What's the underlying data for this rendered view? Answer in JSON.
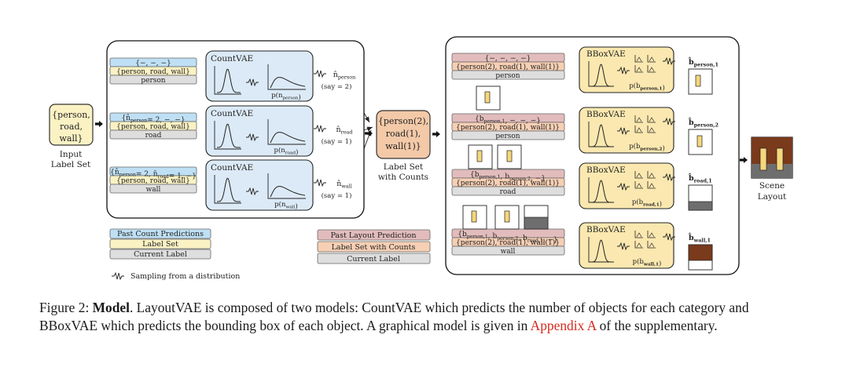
{
  "input": {
    "lines": [
      "{person,",
      "road,",
      "wall}"
    ],
    "caption": [
      "Input",
      "Label Set"
    ]
  },
  "count_vae": {
    "title": "CountVAE",
    "rows": [
      {
        "past": "{−, −, −}",
        "labelset": "{person, road, wall}",
        "current": "person",
        "dist": "p(n",
        "dist_sub": "person",
        "out": "n̂",
        "out_sub": "person",
        "say": "(say = 2)"
      },
      {
        "past": "{n̂",
        "past_rest": "= 2, −, −}",
        "past_sub": "person",
        "labelset": "{person, road, wall}",
        "current": "road",
        "dist": "p(n",
        "dist_sub": "road",
        "out": "n̂",
        "out_sub": "road",
        "say": "(say = 1)"
      },
      {
        "past": "{n̂",
        "past_sub": "person",
        "past_mid": "= 2, n̂",
        "past_sub2": "road",
        "past_rest": "= 1, −}",
        "labelset": "{person, road, wall}",
        "current": "wall",
        "dist": "p(n",
        "dist_sub": "wall",
        "out": "n̂",
        "out_sub": "wall",
        "say": "(say = 1)"
      }
    ]
  },
  "label_counts": {
    "lines": [
      "{person(2),",
      "road(1),",
      "wall(1)}"
    ],
    "caption": [
      "Label Set",
      "with Counts"
    ]
  },
  "bbox_vae": {
    "title": "BBoxVAE",
    "rows": [
      {
        "past": "{−, −, −, −}",
        "counts": "{person(2), road(1), wall(1)}",
        "current": "person",
        "dist": "p(b",
        "dist_sub": "person,1",
        "out": "b̂",
        "out_sub": "person,1"
      },
      {
        "past": "{b",
        "past_sub": "person,1",
        "past_rest": ", −, −, −}",
        "counts": "{person(2), road(1), wall(1)}",
        "current": "person",
        "dist": "p(b",
        "dist_sub": "person,2",
        "out": "b̂",
        "out_sub": "person,2"
      },
      {
        "past": "{b",
        "past_sub": "person,1",
        "past_mid": ", b",
        "past_sub2": "person,2",
        "past_rest": ", −}",
        "counts": "{person(2), road(1), wall(1)}",
        "current": "road",
        "dist": "p(b",
        "dist_sub": "road,1",
        "out": "b̂",
        "out_sub": "road,1"
      },
      {
        "past": "{b",
        "past_sub": "person,1",
        "past_mid": ", b",
        "past_sub2": "person,2",
        "past_mid2": ", b",
        "past_sub3": "road,1",
        "past_rest": ", −}",
        "counts": "{person(2), road(1), wall(1)}",
        "current": "wall",
        "dist": "p(b",
        "dist_sub": "wall,1",
        "out": "b̂",
        "out_sub": "wall,1"
      }
    ]
  },
  "scene": {
    "caption": [
      "Scene",
      "Layout"
    ]
  },
  "legend_left": [
    "Past Count Predictions",
    "Label Set",
    "Current Label"
  ],
  "legend_right": [
    "Past Layout Prediction",
    "Label Set with Counts",
    "Current Label"
  ],
  "sampling_note": "Sampling from a distribution",
  "colors": {
    "blue": "#bfe0f4",
    "yellow": "#fbf2c4",
    "gray": "#dedede",
    "pink": "#e2bcbc",
    "salmon": "#f6cfb4",
    "vae_blue": "#dceaf7",
    "vae_yellow": "#fbe8b0",
    "orange_fill": "#f3c9a8",
    "person": "#f5d77c",
    "road": "#6e6e6e",
    "wall": "#7a3a1c",
    "link": "#d42a1e"
  },
  "caption": {
    "prefix": "Figure 2:",
    "bold": "Model",
    "text1": ". LayoutVAE is composed of two models: CountVAE which predicts the number of objects for each category and BBoxVAE which predicts the bounding box of each object. A graphical model is given in",
    "link": "Appendix A",
    "text2": "of the supplementary."
  }
}
